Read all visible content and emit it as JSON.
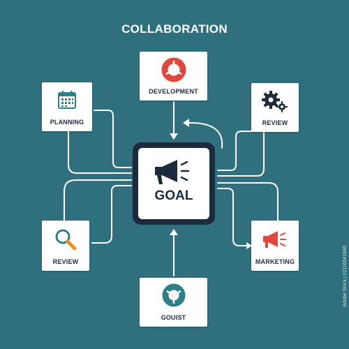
{
  "title": "COLLABORATION",
  "center": {
    "label": "GOAL",
    "icon": "megaphone-icon"
  },
  "nodes": {
    "development": {
      "label": "DEVELOPMENT",
      "icon": "ring-chart-icon"
    },
    "planning": {
      "label": "PLANNING",
      "icon": "calendar-icon"
    },
    "review_top": {
      "label": "REVIEW",
      "icon": "gears-icon"
    },
    "review_left": {
      "label": "REVIEW",
      "icon": "magnifier-icon"
    },
    "marketing": {
      "label": "MARKETING",
      "icon": "megaphone-icon"
    },
    "gouist": {
      "label": "GOUIST",
      "icon": "lifebuoy-icon"
    }
  },
  "watermark": "Adobe Stock | #2116541846",
  "colors": {
    "background": "#2f6f7e",
    "center": "#1c2a3e",
    "accent_red": "#e0483d",
    "accent_teal": "#2f7f86"
  }
}
